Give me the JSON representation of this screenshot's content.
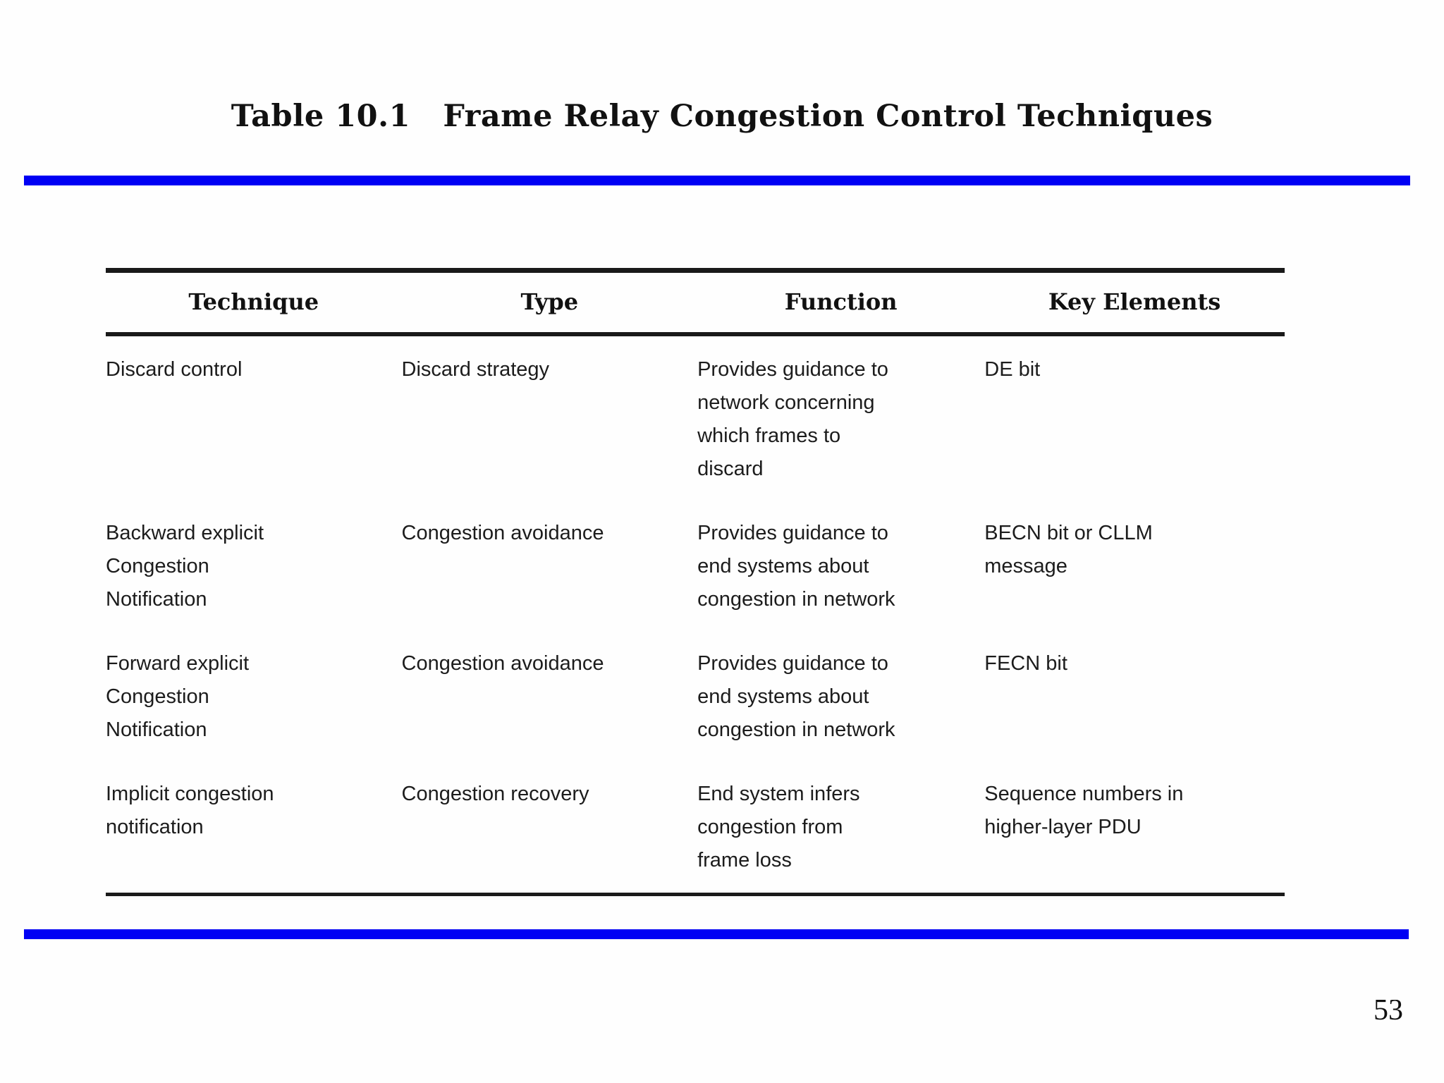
{
  "slide": {
    "title": "Table 10.1   Frame Relay Congestion Control Techniques",
    "page_number": "53",
    "accent_color": "#0000f4",
    "rule_color": "#1a1a1a",
    "background_color": "#fefefe"
  },
  "table": {
    "headers": [
      "Technique",
      "Type",
      "Function",
      "Key Elements"
    ],
    "rows": [
      {
        "technique": "Discard control",
        "type": "Discard strategy",
        "function": "Provides guidance to\nnetwork concerning\nwhich frames to\ndiscard",
        "key_elements": "DE bit"
      },
      {
        "technique": "Backward explicit\nCongestion\nNotification",
        "type": "Congestion avoidance",
        "function": "Provides guidance to\nend systems about\ncongestion in network",
        "key_elements": "BECN bit or CLLM\nmessage"
      },
      {
        "technique": "Forward explicit\nCongestion\nNotification",
        "type": "Congestion avoidance",
        "function": "Provides guidance to\nend systems about\ncongestion in network",
        "key_elements": "FECN bit"
      },
      {
        "technique": "Implicit congestion\nnotification",
        "type": "Congestion recovery",
        "function": "End system infers\ncongestion from\nframe loss",
        "key_elements": "Sequence numbers in\nhigher-layer PDU"
      }
    ]
  }
}
